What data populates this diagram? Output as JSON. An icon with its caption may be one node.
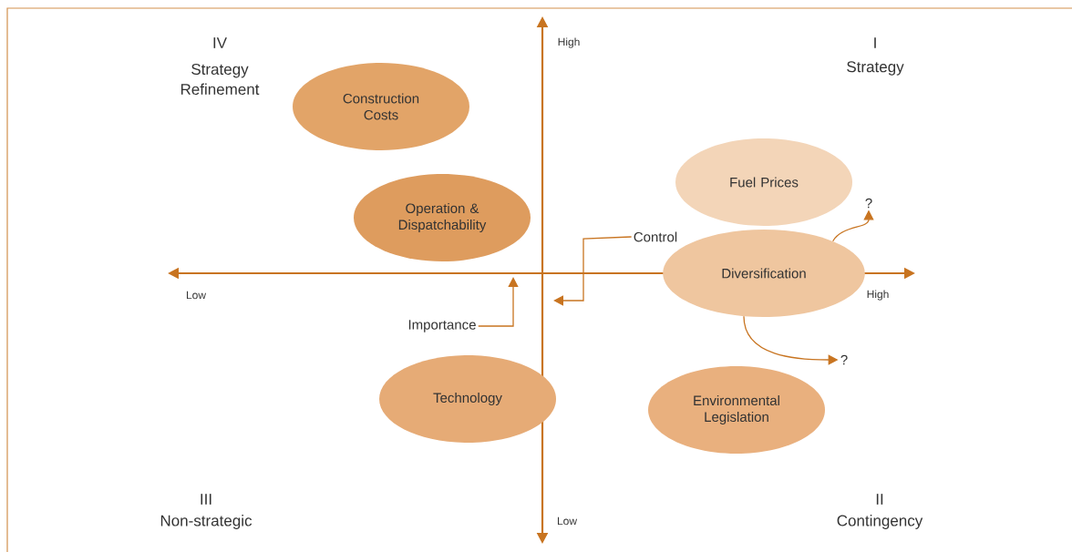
{
  "diagram": {
    "nodes": [
      {
        "text": [
          "Construction Costs"
        ]
      },
      {
        "text": [
          "Operation & Dispatchability"
        ]
      },
      {
        "text": [
          "Fuel Prices"
        ]
      },
      {
        "text": [
          "Diversification"
        ]
      },
      {
        "text": [
          "Technology"
        ]
      },
      {
        "text": [
          "Environmental Legislation"
        ]
      },
      {
        "text": [
          "Control"
        ]
      },
      {
        "text": [
          "Importance"
        ]
      },
      {
        "text": [
          "?"
        ]
      },
      {
        "text": [
          "?"
        ]
      }
    ],
    "edges": [
      {
        "from": 6,
        "to": null,
        "arrow": "to"
      },
      {
        "from": 7,
        "to": null,
        "arrow": "to"
      },
      {
        "from": 3,
        "to": 8,
        "arrow": "to"
      },
      {
        "from": 3,
        "to": 9,
        "arrow": "to"
      }
    ],
    "labels": [
      "IV",
      "High",
      "I",
      "Strategy Refinement",
      "Strategy",
      "Low",
      "High",
      "III",
      "II",
      "Low",
      "Non-strategic",
      "Contingency"
    ]
  }
}
